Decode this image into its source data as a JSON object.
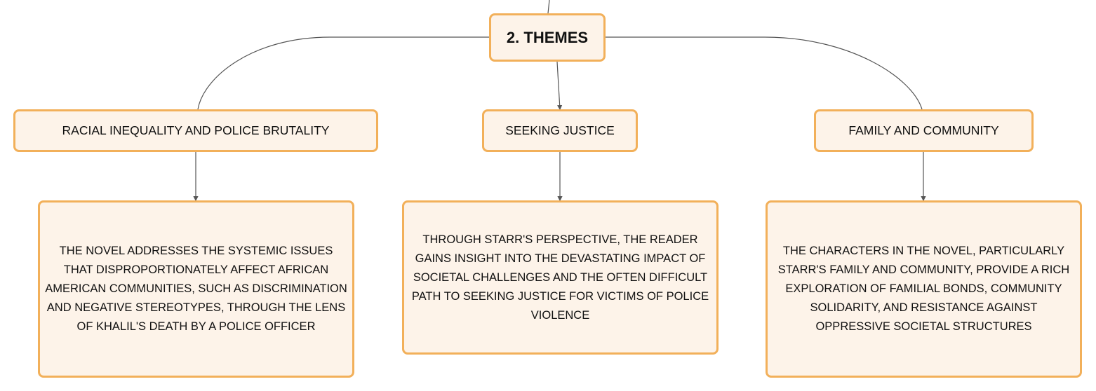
{
  "diagram": {
    "root": {
      "label": "2. THEMES"
    },
    "themes": [
      {
        "title": "RACIAL INEQUALITY AND POLICE BRUTALITY",
        "description": "THE NOVEL ADDRESSES THE SYSTEMIC ISSUES THAT DISPROPORTIONATELY AFFECT AFRICAN AMERICAN COMMUNITIES, SUCH AS DISCRIMINATION AND NEGATIVE STEREOTYPES, THROUGH THE LENS OF KHALIL'S DEATH BY A POLICE OFFICER"
      },
      {
        "title": "SEEKING JUSTICE",
        "description": "THROUGH STARR'S PERSPECTIVE, THE READER GAINS INSIGHT INTO THE DEVASTATING IMPACT OF SOCIETAL CHALLENGES AND THE OFTEN DIFFICULT PATH TO SEEKING JUSTICE FOR VICTIMS OF POLICE VIOLENCE"
      },
      {
        "title": "FAMILY AND COMMUNITY",
        "description": "THE CHARACTERS IN THE NOVEL, PARTICULARLY STARR'S FAMILY AND COMMUNITY, PROVIDE A RICH EXPLORATION OF FAMILIAL BONDS, COMMUNITY SOLIDARITY, AND RESISTANCE AGAINST OPPRESSIVE SOCIETAL STRUCTURES"
      }
    ]
  },
  "colors": {
    "node_fill": "#fdf3e9",
    "node_border": "#f2b05a",
    "connector": "#555555",
    "text": "#111111"
  }
}
